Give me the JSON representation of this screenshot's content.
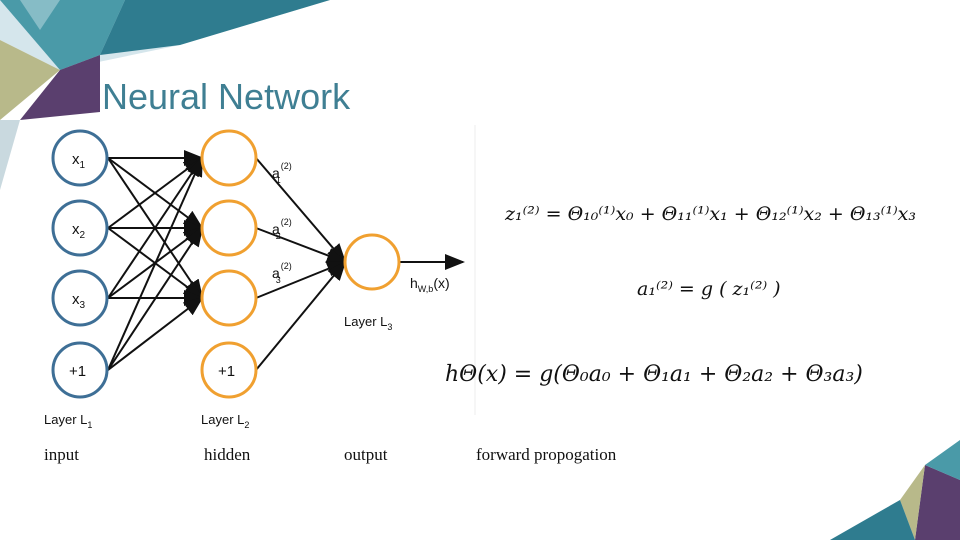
{
  "slide": {
    "title": "Neural Network"
  },
  "network": {
    "input_nodes": [
      "x",
      "x",
      "x",
      "+1"
    ],
    "input_subs": [
      "1",
      "2",
      "3",
      ""
    ],
    "hidden_bias": "+1",
    "activation_labels": [
      {
        "base": "a",
        "sup": "(2)",
        "sub": "1"
      },
      {
        "base": "a",
        "sup": "(2)",
        "sub": "2"
      },
      {
        "base": "a",
        "sup": "(2)",
        "sub": "3"
      }
    ],
    "output_label": {
      "base": "h",
      "sub": "W,b",
      "arg": "(x)"
    },
    "layer_labels": [
      {
        "base": "Layer L",
        "sub": "1"
      },
      {
        "base": "Layer L",
        "sub": "2"
      },
      {
        "base": "Layer L",
        "sub": "3"
      }
    ]
  },
  "equations": {
    "z_line": "z₁⁽²⁾ = Θ₁₀⁽¹⁾x₀ + Θ₁₁⁽¹⁾x₁ + Θ₁₂⁽¹⁾x₂ + Θ₁₃⁽¹⁾x₃",
    "a_line": "a₁⁽²⁾ = g ( z₁⁽²⁾ )",
    "h_line": "hΘ(x) = g(Θ₀a₀ + Θ₁a₁ + Θ₂a₂ + Θ₃a₃)"
  },
  "captions": {
    "input": "input",
    "hidden": "hidden",
    "output": "output",
    "forward": "forward propogation"
  },
  "colors": {
    "title": "#3f7f93",
    "input_node": "#3e6f96",
    "hidden_node": "#f0a030",
    "decor_teal": "#4a9aa8",
    "decor_purple": "#5a3f6e",
    "decor_olive": "#b8b98a"
  }
}
